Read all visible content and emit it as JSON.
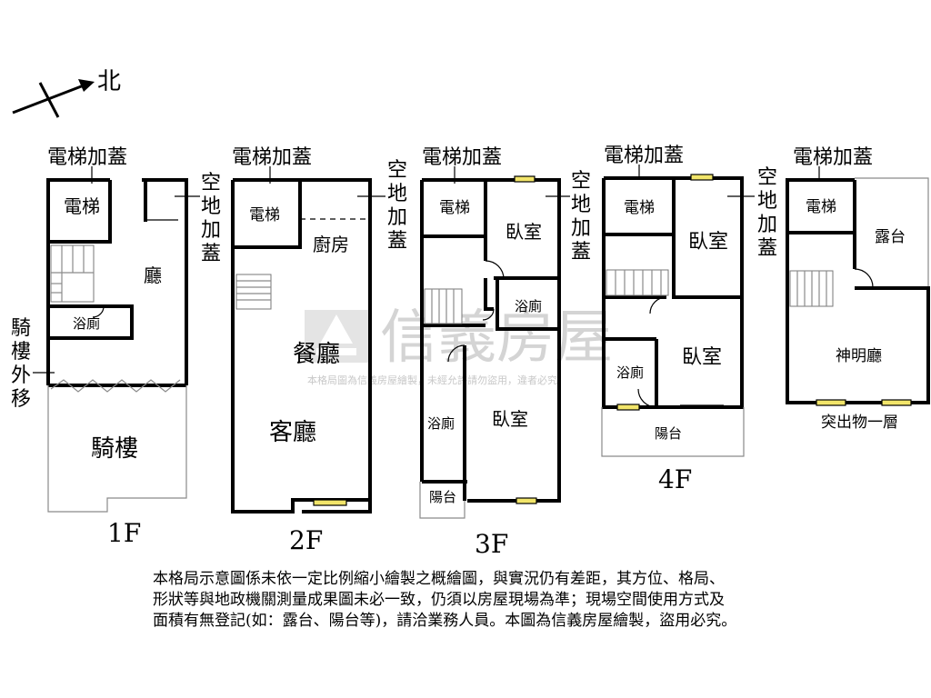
{
  "compass": {
    "label": "北"
  },
  "watermark": {
    "brand": "信義房屋",
    "fine_print": "本格局圖為信義房屋繪製，未經允許請勿盜用，違者必究"
  },
  "floors": [
    {
      "id": "1f",
      "floor_label": "1F",
      "top_note": "電梯加蓋",
      "side_note": [
        "空",
        "地",
        "加",
        "蓋"
      ],
      "left_note": [
        "騎",
        "樓",
        "外",
        "移"
      ],
      "rooms": {
        "elevator": "電梯",
        "hall": "廳",
        "bath": "浴廁",
        "arcade": "騎樓"
      }
    },
    {
      "id": "2f",
      "floor_label": "2F",
      "top_note": "電梯加蓋",
      "side_note": [
        "空",
        "地",
        "加",
        "蓋"
      ],
      "rooms": {
        "elevator": "電梯",
        "kitchen": "廚房",
        "dining": "餐廳",
        "living": "客廳"
      }
    },
    {
      "id": "3f",
      "floor_label": "3F",
      "top_note": "電梯加蓋",
      "side_note": [
        "空",
        "地",
        "加",
        "蓋"
      ],
      "rooms": {
        "elevator": "電梯",
        "bedroom_top": "臥室",
        "bath_right": "浴廁",
        "bath_left": "浴廁",
        "bedroom_bottom": "臥室",
        "balcony": "陽台"
      }
    },
    {
      "id": "4f",
      "floor_label": "4F",
      "top_note": "電梯加蓋",
      "side_note": [
        "空",
        "地",
        "加",
        "蓋"
      ],
      "rooms": {
        "elevator": "電梯",
        "bedroom_top": "臥室",
        "bath": "浴廁",
        "bedroom_bottom": "臥室",
        "balcony": "陽台"
      }
    },
    {
      "id": "roof",
      "floor_label": "",
      "top_note": "電梯加蓋",
      "bottom_note": "突出物一層",
      "rooms": {
        "elevator": "電梯",
        "terrace": "露台",
        "shrine": "神明廳"
      }
    }
  ],
  "disclaimer": [
    "本格局示意圖係未依一定比例縮小繪製之概繪圖，與實況仍有差距，其方位、格局、",
    "形狀等與地政機關測量成果圖未必一致，仍須以房屋現場為準；現場空間使用方式及",
    "面積有無登記(如：露台、陽台等)，請洽業務人員。本圖為信義房屋繪製，盜用必究。"
  ]
}
